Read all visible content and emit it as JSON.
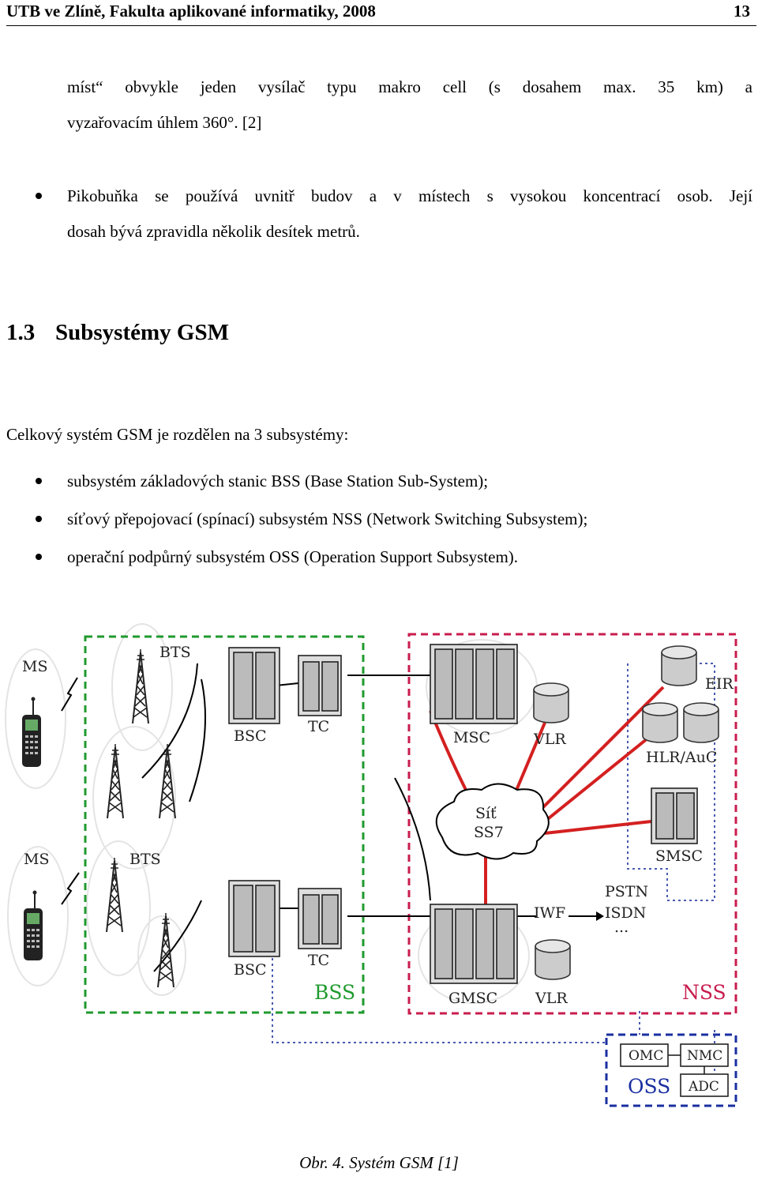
{
  "header": {
    "title": "UTB ve Zlíně, Fakulta aplikované informatiky, 2008",
    "page_number": "13"
  },
  "intro": {
    "line1": "míst“ obvykle jeden vysílač typu makro cell (s dosahem max. 35 km) a",
    "line2": "vyzařovacím úhlem 360°. [2]"
  },
  "pico": {
    "line1": "Pikobuňka se používá uvnitř budov a v místech s vysokou koncentrací osob. Její",
    "line2": "dosah bývá zpravidla několik desítek metrů."
  },
  "section": {
    "number": "1.3",
    "title": "Subsystémy GSM"
  },
  "body_text": "Celkový systém GSM je rozdělen na 3 subsystémy:",
  "subsystems": [
    "subsystém základových stanic BSS (Base Station Sub-System);",
    "síťový přepojovací (spínací) subsystém NSS (Network Switching Subsystem);",
    "operační podpůrný subsystém OSS (Operation Support Subsystem)."
  ],
  "figure": {
    "labels": {
      "ms1": "MS",
      "ms2": "MS",
      "bts1": "BTS",
      "bts2": "BTS",
      "bsc1": "BSC",
      "bsc2": "BSC",
      "tc1": "TC",
      "tc2": "TC",
      "msc": "MSC",
      "vlr1": "VLR",
      "vlr2": "VLR",
      "gmsc": "GMSC",
      "iwf": "IWF",
      "pstn": "PSTN",
      "isdn": "ISDN",
      "dots": "...",
      "eir": "EIR",
      "hlr": "HLR/AuC",
      "smsc": "SMSC",
      "cloud1": "Síť",
      "cloud2": "SS7",
      "bss": "BSS",
      "nss": "NSS",
      "oss": "OSS",
      "omc": "OMC",
      "nmc": "NMC",
      "adc": "ADC"
    },
    "colors": {
      "bss": "#1f9a2e",
      "nss": "#c81d4e",
      "oss": "#1a2fa0",
      "links": "#d42020"
    }
  },
  "caption": "Obr. 4. Systém GSM [1]"
}
